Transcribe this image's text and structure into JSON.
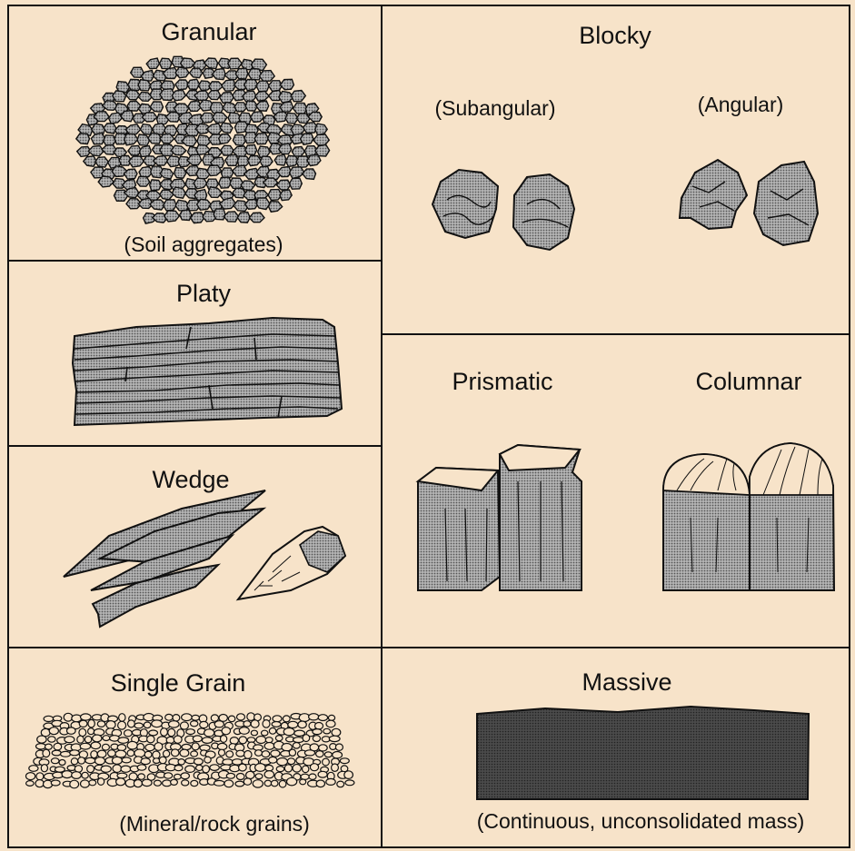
{
  "colors": {
    "background": "#f7e3c9",
    "stipple": "#9a9a9a",
    "dark_fill": "#3e3e3e",
    "line": "#111111"
  },
  "panels": {
    "granular": {
      "title": "Granular",
      "caption": "(Soil aggregates)"
    },
    "platy": {
      "title": "Platy"
    },
    "wedge": {
      "title": "Wedge"
    },
    "single_grain": {
      "title": "Single Grain",
      "caption": "(Mineral/rock grains)"
    },
    "blocky": {
      "title": "Blocky",
      "left_sub": "(Subangular)",
      "right_sub": "(Angular)"
    },
    "prismatic": {
      "title": "Prismatic"
    },
    "columnar": {
      "title": "Columnar"
    },
    "massive": {
      "title": "Massive",
      "caption": "(Continuous, unconsolidated mass)"
    }
  }
}
